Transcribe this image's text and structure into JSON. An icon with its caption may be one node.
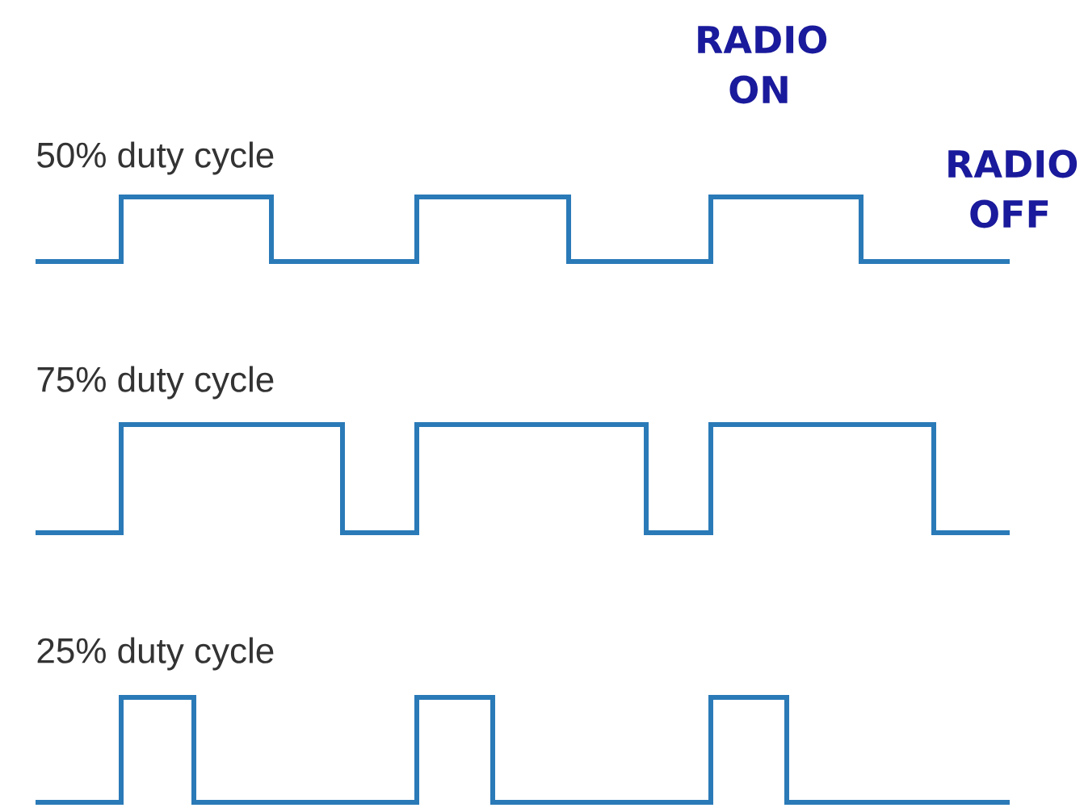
{
  "diagram": {
    "labels": [
      "RADIO ON",
      "50% duty cycle",
      "RADIO OFF",
      "75% duty cycle",
      "25% duty cycle"
    ]
  }
}
